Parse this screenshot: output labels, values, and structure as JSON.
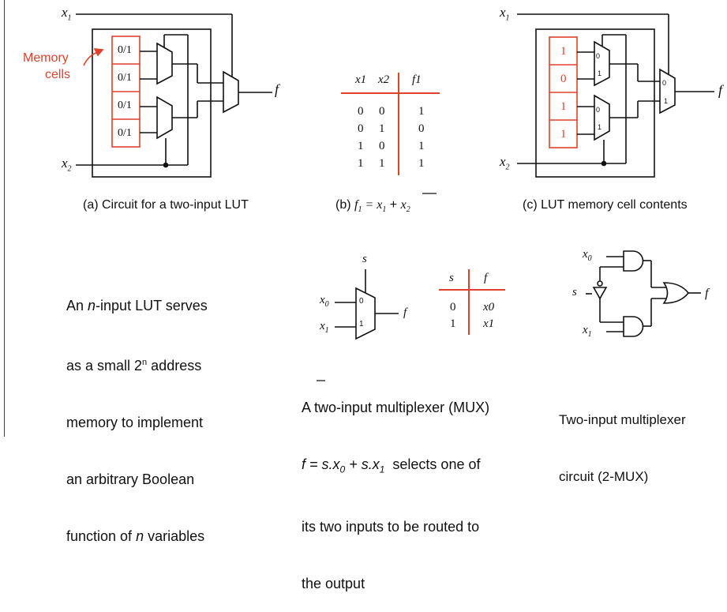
{
  "panel_a": {
    "caption": "(a) Circuit for a two-input LUT",
    "memory_label_line1": "Memory",
    "memory_label_line2": "cells",
    "cells": [
      "0/1",
      "0/1",
      "0/1",
      "0/1"
    ],
    "in_x1": "x",
    "in_x1_sub": "1",
    "in_x2": "x",
    "in_x2_sub": "2",
    "out_f": "f"
  },
  "panel_b": {
    "caption_prefix": "(b) ",
    "caption_f": "f",
    "caption_f_sub": "1",
    "caption_eq": " = x",
    "caption_x1_sub": "1",
    "caption_plus": " + ",
    "caption_x2": "x",
    "caption_x2_sub": "2",
    "headers": [
      "x1",
      "x2",
      "f1"
    ],
    "rows": [
      [
        "0",
        "0",
        "1"
      ],
      [
        "0",
        "1",
        "0"
      ],
      [
        "1",
        "0",
        "1"
      ],
      [
        "1",
        "1",
        "1"
      ]
    ]
  },
  "panel_c": {
    "caption": "(c) LUT memory cell contents",
    "cells": [
      "1",
      "0",
      "1",
      "1"
    ],
    "mux_labels": [
      "0",
      "1"
    ],
    "in_x1": "x",
    "in_x1_sub": "1",
    "in_x2": "x",
    "in_x2_sub": "2",
    "out_f": "f"
  },
  "lut_text": {
    "l1": "An ",
    "l1_n": "n",
    "l1_rest": "-input LUT serves",
    "l2": "as a small 2",
    "l2_sup": "n",
    "l2_rest": " address",
    "l3": "memory to implement",
    "l4": "an arbitrary Boolean",
    "l5": "function of ",
    "l5_n": "n",
    "l5_rest": " variables"
  },
  "mux": {
    "s_label": "s",
    "x0": "x",
    "x0_sub": "0",
    "x1": "x",
    "x1_sub": "1",
    "f": "f",
    "in0": "0",
    "in1": "1",
    "table_headers": [
      "s",
      "f"
    ],
    "table_rows": [
      [
        "0",
        "x0"
      ],
      [
        "1",
        "x1"
      ]
    ],
    "desc_line1": "A two-input multiplexer (MUX)",
    "desc_line2": "f = s.x",
    "desc_line2_sub0": "0",
    "desc_line2_mid": " + s.x",
    "desc_line2_sub1": "1",
    "desc_line2_rest": "  selects one of",
    "desc_line3": "its two inputs to be routed to",
    "desc_line4": "the output"
  },
  "mux_circuit": {
    "x0": "x",
    "x0_sub": "0",
    "x1": "x",
    "x1_sub": "1",
    "s": "s",
    "f": "f",
    "desc_line1": "Two-input multiplexer",
    "desc_line2": "circuit (2-MUX)"
  },
  "colors": {
    "accent_red": "#e0412a",
    "line": "#111111"
  }
}
